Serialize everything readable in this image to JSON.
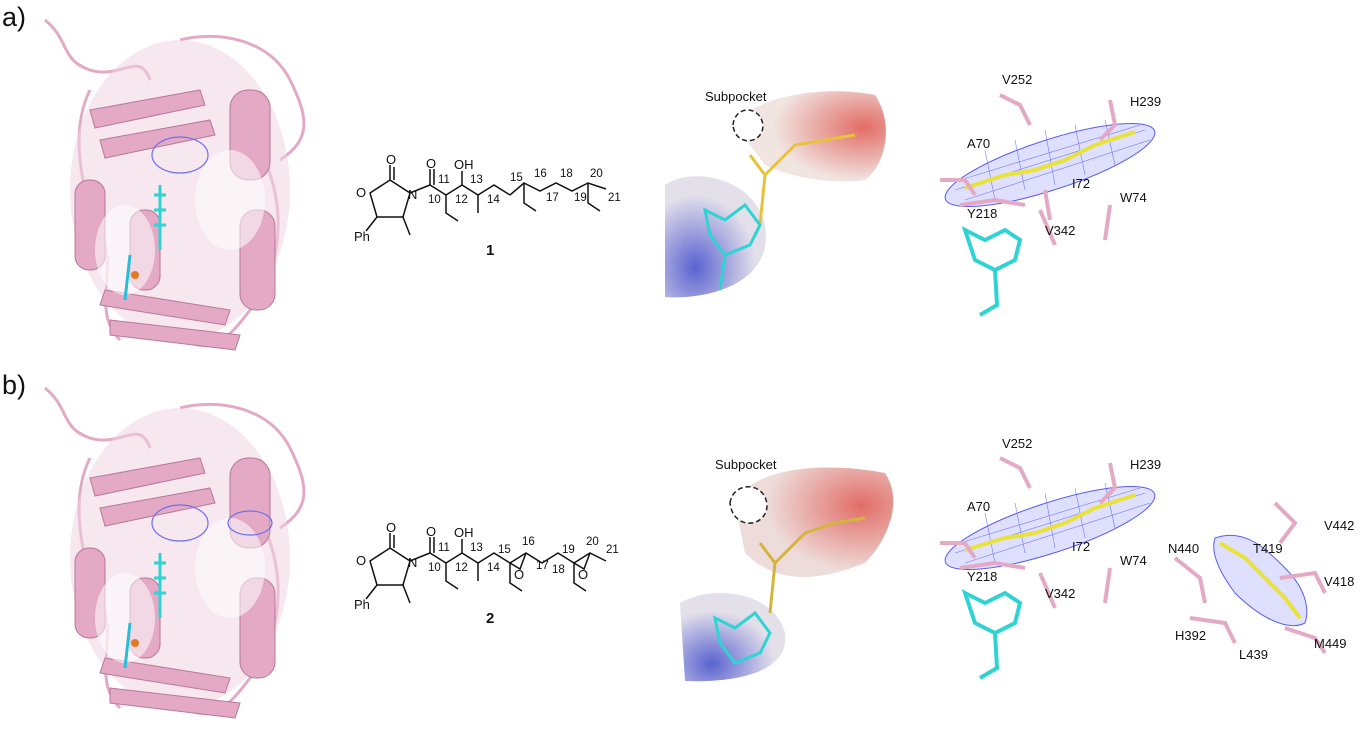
{
  "panels": [
    {
      "label": "a)",
      "compound_number": "1",
      "subpocket_label": "Subpocket",
      "epoxide": false,
      "chain_numbers": [
        "10",
        "11",
        "12",
        "13",
        "14",
        "15",
        "16",
        "17",
        "18",
        "19",
        "20",
        "21"
      ],
      "atoms": {
        "ring_o": "O",
        "carbonyl_o": "O",
        "amide_o": "O",
        "n": "N",
        "oh": "OH",
        "ph": "Ph"
      },
      "residues": [
        "V252",
        "H239",
        "A70",
        "I72",
        "W74",
        "Y218",
        "V342"
      ]
    },
    {
      "label": "b)",
      "compound_number": "2",
      "subpocket_label": "Subpocket",
      "epoxide": true,
      "chain_numbers": [
        "10",
        "11",
        "12",
        "13",
        "14",
        "15",
        "16",
        "17",
        "18",
        "19",
        "20",
        "21"
      ],
      "atoms": {
        "ring_o": "O",
        "carbonyl_o": "O",
        "amide_o": "O",
        "n": "N",
        "oh": "OH",
        "ph": "Ph",
        "epox_o1": "O",
        "epox_o2": "O"
      },
      "residues": [
        "V252",
        "H239",
        "A70",
        "I72",
        "W74",
        "Y218",
        "V342",
        "N440",
        "T419",
        "V442",
        "V418",
        "H392",
        "L439",
        "M449"
      ]
    }
  ],
  "colors": {
    "protein": "#e3a9c5",
    "protein_dark": "#c9829f",
    "ligand": "#e8e23a",
    "fad": "#2fd3d3",
    "density_mesh": "#5a5cf0",
    "surface_positive": "#6e74d6",
    "surface_negative": "#e0706a",
    "surface_neutral": "#e9e4e2",
    "nitrogen": "#2233d6",
    "oxygen": "#e02a2a"
  },
  "icons": [
    "protein-cartoon",
    "electrostatic-surface",
    "electron-density-mesh"
  ]
}
